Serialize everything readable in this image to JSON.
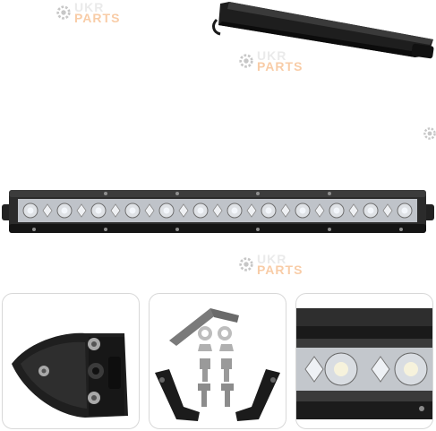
{
  "watermark": {
    "line1": "UKR",
    "line2": "PARTS",
    "accent_color": "#f4a460",
    "gear_icon": "gear-icon"
  },
  "colors": {
    "housing": "#2b2b2b",
    "housing_dark": "#141414",
    "lens": "#c9ccd1",
    "led_glow": "#f3f6fb"
  },
  "main_bar": {
    "led_count": 12
  }
}
